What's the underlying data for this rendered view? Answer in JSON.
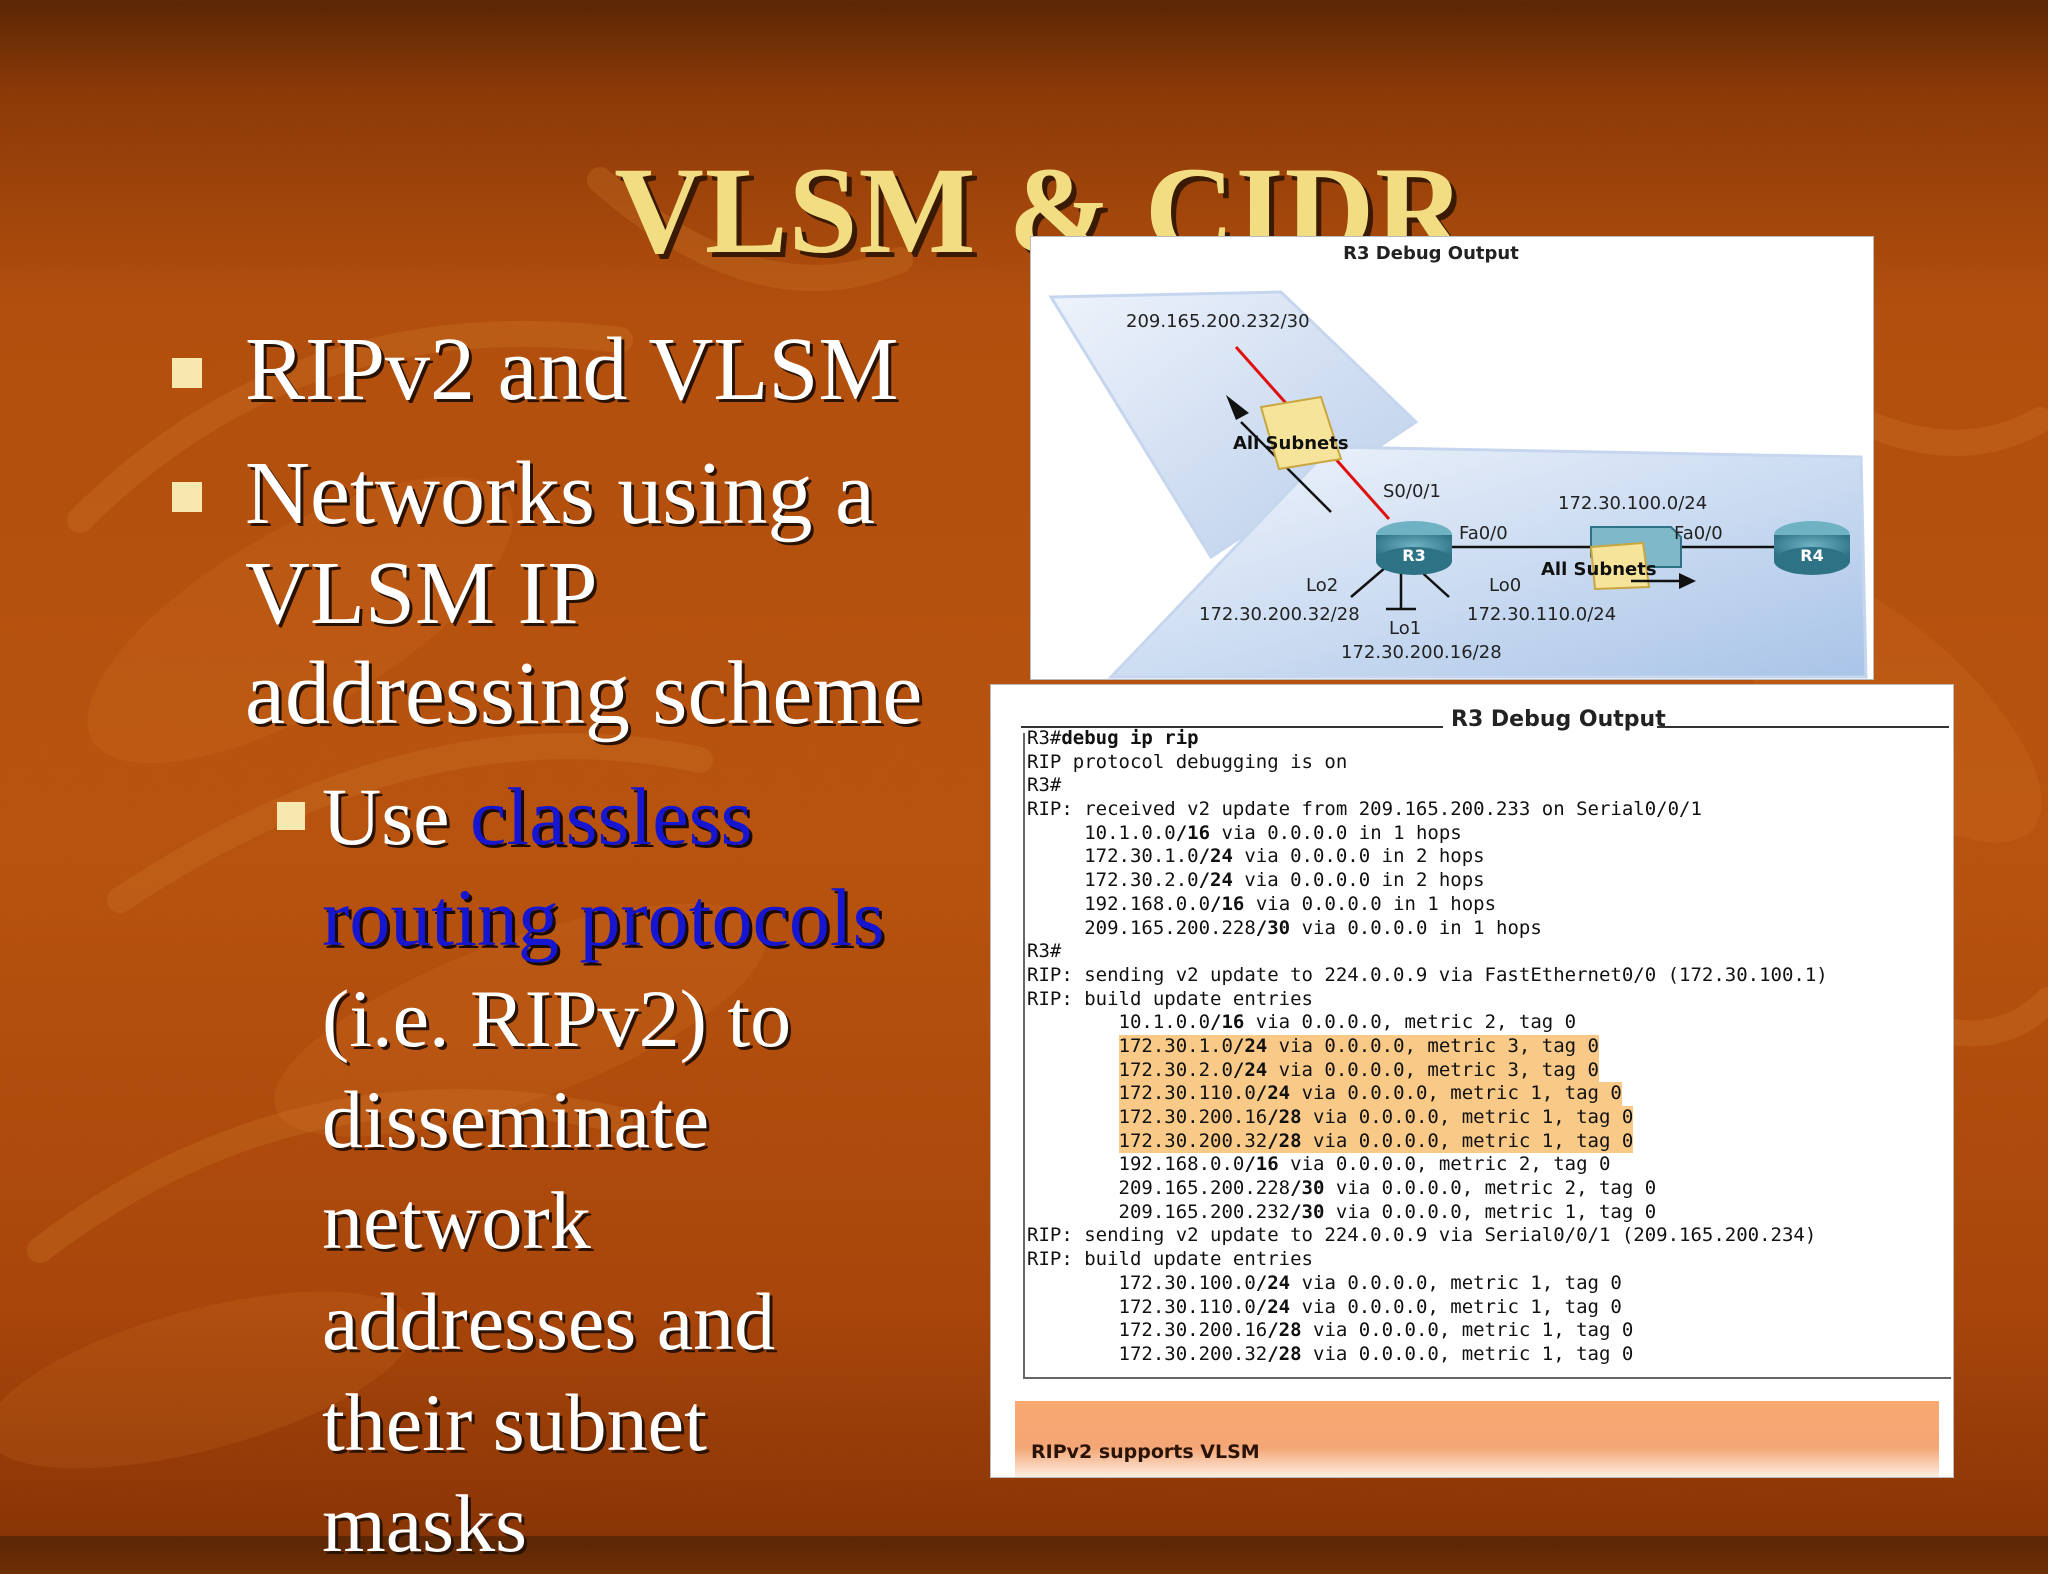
{
  "slide": {
    "title": "VLSM & CIDR",
    "bullet1": "RIPv2 and VLSM",
    "bullet2_line1": "Networks using a",
    "bullet2_line2": "VLSM IP",
    "bullet2_line3": "addressing scheme",
    "sub_use": "Use ",
    "sub_hl1": "classless",
    "sub_hl2": "routing protocols",
    "sub_line3": "(i.e. RIPv2) to",
    "sub_line4": "disseminate",
    "sub_line5": "network",
    "sub_line6": "addresses and",
    "sub_line7": "their subnet",
    "sub_line8": "masks"
  },
  "topology": {
    "title": "R3 Debug Output",
    "net_top": "209.165.200.232/30",
    "all_subnets_1": "All Subnets",
    "s0": "S0/0/1",
    "fa0_r3": "Fa0/0",
    "net_lan": "172.30.100.0/24",
    "fa0_r4": "Fa0/0",
    "r3": "R3",
    "r4": "R4",
    "lo2": "Lo2",
    "lo0": "Lo0",
    "lo1": "Lo1",
    "all_subnets_2": "All Subnets",
    "net_lo2": "172.30.200.32/28",
    "net_lo0": "172.30.110.0/24",
    "net_lo1": "172.30.200.16/28"
  },
  "debug": {
    "title": "R3 Debug Output",
    "footer": "RIPv2 supports VLSM",
    "lines": [
      {
        "a": "R3#",
        "b": "debug ip rip",
        "c": ""
      },
      {
        "a": "RIP protocol debugging is on",
        "b": "",
        "c": ""
      },
      {
        "a": "R3#",
        "b": "",
        "c": ""
      },
      {
        "a": "RIP: received v2 update from 209.165.200.233 on Serial0/0/1",
        "b": "",
        "c": ""
      },
      {
        "a": "     10.1.0.0",
        "b": "/16",
        "c": " via 0.0.0.0 in 1 hops"
      },
      {
        "a": "     172.30.1.0",
        "b": "/24",
        "c": " via 0.0.0.0 in 2 hops"
      },
      {
        "a": "     172.30.2.0",
        "b": "/24",
        "c": " via 0.0.0.0 in 2 hops"
      },
      {
        "a": "     192.168.0.0",
        "b": "/16",
        "c": " via 0.0.0.0 in 1 hops"
      },
      {
        "a": "     209.165.200.228",
        "b": "/30",
        "c": " via 0.0.0.0 in 1 hops"
      },
      {
        "a": "R3#",
        "b": "",
        "c": ""
      },
      {
        "a": "RIP: sending v2 update to 224.0.0.9 via FastEthernet0/0 (172.30.100.1)",
        "b": "",
        "c": ""
      },
      {
        "a": "RIP: build update entries",
        "b": "",
        "c": ""
      },
      {
        "a": "        10.1.0.0",
        "b": "/16",
        "c": " via 0.0.0.0, metric 2, tag 0"
      },
      {
        "a": "        172.30.1.0",
        "b": "/24",
        "c": " via 0.0.0.0, metric 3, tag 0",
        "h": true
      },
      {
        "a": "        172.30.2.0",
        "b": "/24",
        "c": " via 0.0.0.0, metric 3, tag 0",
        "h": true
      },
      {
        "a": "        172.30.110.0",
        "b": "/24",
        "c": " via 0.0.0.0, metric 1, tag 0",
        "h": true
      },
      {
        "a": "        172.30.200.16",
        "b": "/28",
        "c": " via 0.0.0.0, metric 1, tag 0",
        "h": true
      },
      {
        "a": "        172.30.200.32",
        "b": "/28",
        "c": " via 0.0.0.0, metric 1, tag 0",
        "h": true
      },
      {
        "a": "        192.168.0.0",
        "b": "/16",
        "c": " via 0.0.0.0, metric 2, tag 0"
      },
      {
        "a": "        209.165.200.228",
        "b": "/30",
        "c": " via 0.0.0.0, metric 2, tag 0"
      },
      {
        "a": "        209.165.200.232",
        "b": "/30",
        "c": " via 0.0.0.0, metric 1, tag 0"
      },
      {
        "a": "RIP: sending v2 update to 224.0.0.9 via Serial0/0/1 (209.165.200.234)",
        "b": "",
        "c": ""
      },
      {
        "a": "RIP: build update entries",
        "b": "",
        "c": ""
      },
      {
        "a": "        172.30.100.0",
        "b": "/24",
        "c": " via 0.0.0.0, metric 1, tag 0"
      },
      {
        "a": "        172.30.110.0",
        "b": "/24",
        "c": " via 0.0.0.0, metric 1, tag 0"
      },
      {
        "a": "        172.30.200.16",
        "b": "/28",
        "c": " via 0.0.0.0, metric 1, tag 0"
      },
      {
        "a": "        172.30.200.32",
        "b": "/28",
        "c": " via 0.0.0.0, metric 1, tag 0"
      }
    ]
  }
}
